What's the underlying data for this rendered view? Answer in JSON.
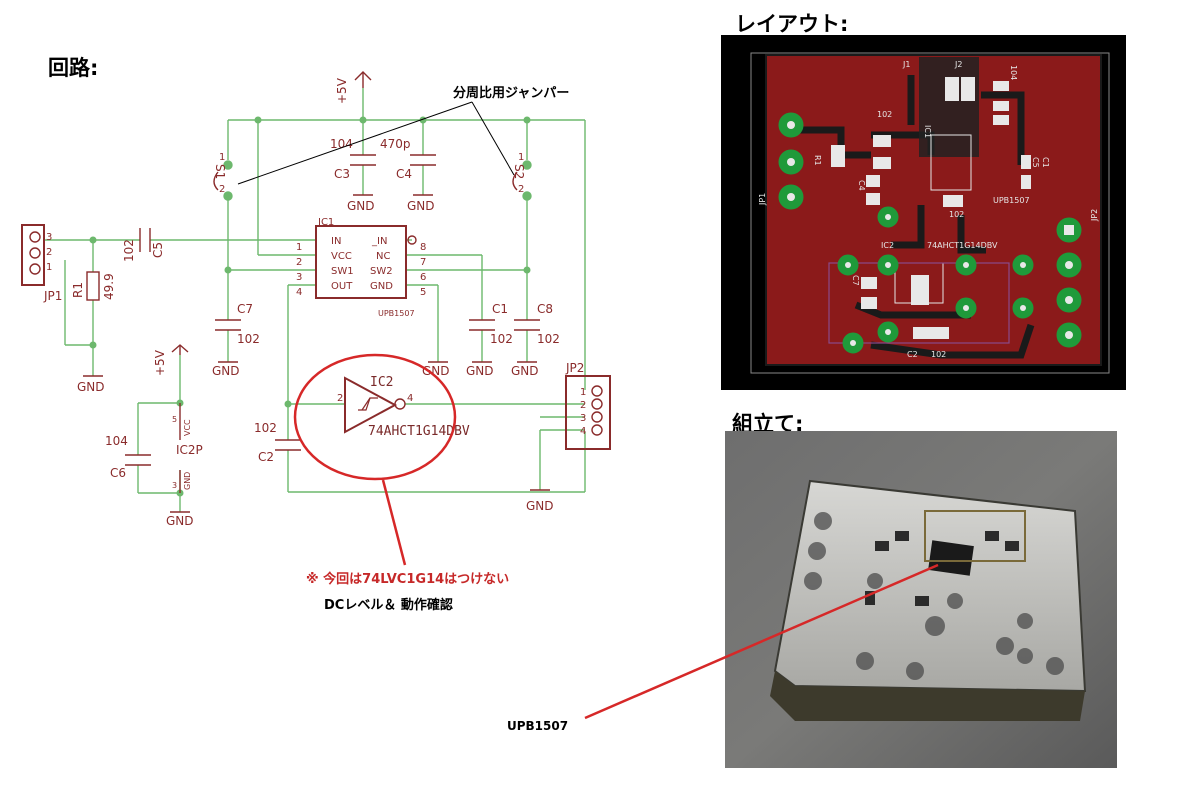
{
  "headings": {
    "circuit": "回路:",
    "layout": "レイアウト:",
    "assembly": "組立て:"
  },
  "annotations": {
    "jumper_note": "分周比用ジャンパー",
    "warning": "※ 今回は74LVC1G14はつけない",
    "dc_check": "DCレベル＆ 動作確認",
    "upb_pointer": "UPB1507"
  },
  "schematic": {
    "ic1": {
      "ref": "IC1",
      "part": "UPB1507",
      "pins_left": [
        "IN",
        "VCC",
        "SW1",
        "OUT"
      ],
      "pins_left_num": [
        "1",
        "2",
        "3",
        "4"
      ],
      "pins_right": [
        "_IN",
        "NC",
        "SW2",
        "GND"
      ],
      "pins_right_num": [
        "8",
        "7",
        "6",
        "5"
      ]
    },
    "ic2": {
      "ref": "IC2",
      "part": "74AHCT1G14DBV",
      "pin_in": "2",
      "pin_out": "4"
    },
    "ic2p": {
      "ref": "IC2P",
      "vcc_pin": "5",
      "vcc": "VCC",
      "gnd_pin": "3",
      "gnd": "GND"
    },
    "power": "+5V",
    "gnd": "GND",
    "caps": {
      "c1": {
        "ref": "C1",
        "value": "102"
      },
      "c2": {
        "ref": "C2",
        "value": "102"
      },
      "c3": {
        "ref": "C3",
        "value": "104"
      },
      "c4": {
        "ref": "C4",
        "value": "470p"
      },
      "c5": {
        "ref": "C5",
        "value": "102"
      },
      "c6": {
        "ref": "C6",
        "value": "104"
      },
      "c7": {
        "ref": "C7",
        "value": "102"
      },
      "c8": {
        "ref": "C8",
        "value": "102"
      }
    },
    "r1": {
      "ref": "R1",
      "value": "49.9"
    },
    "jp1": {
      "ref": "JP1",
      "pins": [
        "3",
        "2",
        "1"
      ]
    },
    "jp2": {
      "ref": "JP2",
      "pins": [
        "1",
        "2",
        "3",
        "4"
      ]
    },
    "s1": {
      "ref": "S1",
      "p1": "1",
      "p2": "2"
    },
    "s2": {
      "ref": "S2",
      "p1": "1",
      "p2": "2"
    }
  },
  "pcb": {
    "labels": {
      "j1": "J1",
      "j2": "J2",
      "ic1": "IC1",
      "ic2": "IC2",
      "jp1": "JP1",
      "jp2": "JP2",
      "r1": "R1",
      "c1": "C1",
      "c2": "C2",
      "c4": "C4",
      "c5": "C5",
      "c7": "C7",
      "v102a": "102",
      "v102b": "102",
      "v102c": "102",
      "v104": "104",
      "upb": "UPB1507",
      "part2": "74AHCT1G14DBV"
    },
    "colors": {
      "board": "#8b1a1a",
      "background": "#000000",
      "pad": "#1f9a3a",
      "silk": "#e6e6e6"
    }
  },
  "colors": {
    "wire": "#6db86d",
    "symbol": "#8a2b2b",
    "highlight": "#d62828",
    "warning_text": "#c62828"
  }
}
